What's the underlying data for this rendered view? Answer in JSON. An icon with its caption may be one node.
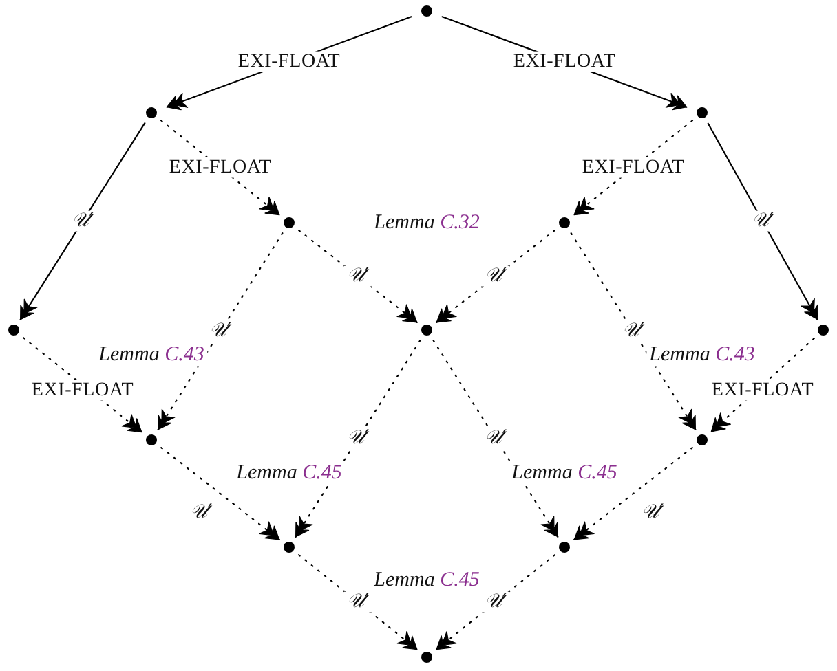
{
  "diagram": {
    "nodes": [
      {
        "text": [],
        "shape": "circle"
      },
      {
        "text": [],
        "shape": "circle"
      },
      {
        "text": [],
        "shape": "circle"
      },
      {
        "text": [],
        "shape": "circle"
      },
      {
        "text": [],
        "shape": "circle"
      },
      {
        "text": [],
        "shape": "circle"
      },
      {
        "text": [],
        "shape": "circle"
      },
      {
        "text": [],
        "shape": "circle"
      },
      {
        "text": [],
        "shape": "circle"
      },
      {
        "text": [],
        "shape": "circle"
      },
      {
        "text": [],
        "shape": "circle"
      },
      {
        "text": [],
        "shape": "circle"
      },
      {
        "text": [],
        "shape": "circle"
      }
    ],
    "edges": [
      {
        "from": 0,
        "to": 1,
        "arrow": "to",
        "label": "EXI-FLOAT"
      },
      {
        "from": 0,
        "to": 2,
        "arrow": "to",
        "label": "EXI-FLOAT"
      },
      {
        "from": 1,
        "to": 5,
        "arrow": "to",
        "label": "𝒰′"
      },
      {
        "from": 2,
        "to": 7,
        "arrow": "to",
        "label": "𝒰′"
      },
      {
        "from": 1,
        "to": 3,
        "arrow": "to",
        "label": "EXI-FLOAT",
        "style": "dashed"
      },
      {
        "from": 2,
        "to": 4,
        "arrow": "to",
        "label": "EXI-FLOAT",
        "style": "dashed"
      },
      {
        "from": 3,
        "to": 6,
        "arrow": "to",
        "label": "𝒰′",
        "style": "dashed"
      },
      {
        "from": 4,
        "to": 6,
        "arrow": "to",
        "label": "𝒰′",
        "style": "dashed"
      },
      {
        "from": 3,
        "to": 8,
        "arrow": "to",
        "label": "𝒰′",
        "style": "dashed"
      },
      {
        "from": 4,
        "to": 9,
        "arrow": "to",
        "label": "𝒰′",
        "style": "dashed"
      },
      {
        "from": 5,
        "to": 8,
        "arrow": "to",
        "label": "EXI-FLOAT",
        "style": "dashed"
      },
      {
        "from": 7,
        "to": 9,
        "arrow": "to",
        "label": "EXI-FLOAT",
        "style": "dashed"
      },
      {
        "from": 6,
        "to": 10,
        "arrow": "to",
        "label": "𝒰′",
        "style": "dashed"
      },
      {
        "from": 6,
        "to": 11,
        "arrow": "to",
        "label": "𝒰′",
        "style": "dashed"
      },
      {
        "from": 8,
        "to": 10,
        "arrow": "to",
        "label": "𝒰′",
        "style": "dashed"
      },
      {
        "from": 9,
        "to": 11,
        "arrow": "to",
        "label": "𝒰′",
        "style": "dashed"
      },
      {
        "from": 10,
        "to": 12,
        "arrow": "to",
        "label": "𝒰′",
        "style": "dashed"
      },
      {
        "from": 11,
        "to": 12,
        "arrow": "to",
        "label": "𝒰′",
        "style": "dashed"
      }
    ],
    "labels": [
      "Lemma C.32",
      "Lemma C.43",
      "Lemma C.43",
      "Lemma C.45",
      "Lemma C.45",
      "Lemma C.45"
    ]
  }
}
